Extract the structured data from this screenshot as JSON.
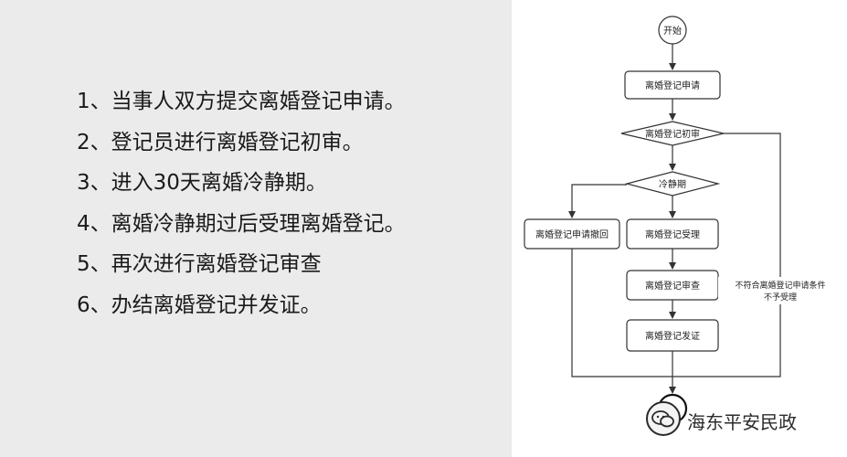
{
  "steps": [
    "1、当事人双方提交离婚登记申请。",
    "2、登记员进行离婚登记初审。",
    "3、进入30天离婚冷静期。",
    "4、离婚冷静期过后受理离婚登记。",
    "5、再次进行离婚登记审查",
    "6、办结离婚登记并发证。"
  ],
  "flow": {
    "start": "开始",
    "apply": "离婚登记申请",
    "initial_review": "离婚登记初审",
    "cooling": "冷静期",
    "withdraw": "离婚登记申请撤回",
    "accept": "离婚登记受理",
    "review": "离婚登记审查",
    "issue": "离婚登记发证",
    "reject_line1": "不符合离婚登记申请条件",
    "reject_line2": "不予受理"
  },
  "watermark": {
    "text": "海东平安民政",
    "icon": "wechat-icon"
  },
  "colors": {
    "background": "#ebebeb",
    "panel": "#ffffff",
    "stroke": "#333333"
  }
}
